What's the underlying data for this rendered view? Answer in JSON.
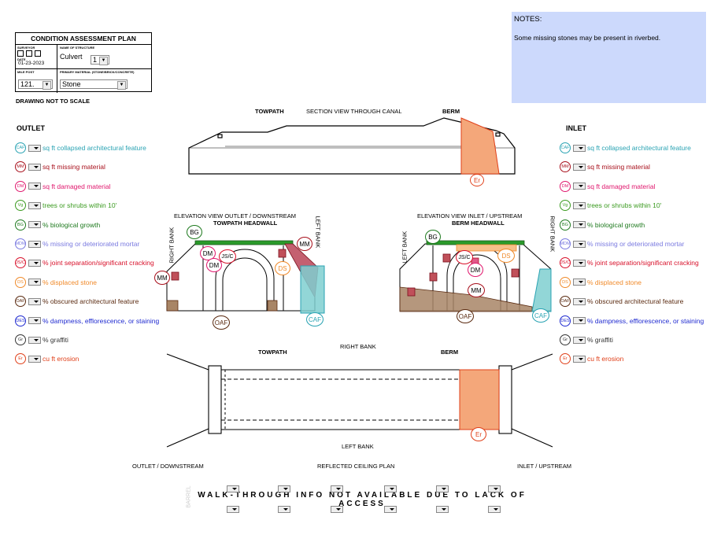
{
  "form": {
    "title": "CONDITION ASSESSMENT PLAN",
    "surveyor_label": "SURVEYOR",
    "date_label": "DATE",
    "date_value": "01-23-2023",
    "structure_label": "NAME OF STRUCTURE",
    "structure_value": "Culvert",
    "structure_num": "1",
    "milepost_label": "MILE POST",
    "milepost_value": "121.",
    "material_label": "PRIMARY MATERIAL (STONE/BRICK/CONCRETE)",
    "material_value": "Stone",
    "not_to_scale": "DRAWING NOT TO SCALE"
  },
  "notes": {
    "heading": "NOTES:",
    "body": "Some missing stones may be present in riverbed."
  },
  "sections": {
    "outlet": "OUTLET",
    "inlet": "INLET"
  },
  "legend": [
    {
      "code": "CAF",
      "text": "sq ft collapsed architectural feature",
      "color": "#2aa3b3"
    },
    {
      "code": "MM",
      "text": "sq ft missing material",
      "color": "#a8101c"
    },
    {
      "code": "DM",
      "text": "sq ft damaged material",
      "color": "#e0196e"
    },
    {
      "code": "Vg",
      "text": "trees or shrubs within 10'",
      "color": "#3a9a1f"
    },
    {
      "code": "BG",
      "text": "% biological growth",
      "color": "#1f7a1f"
    },
    {
      "code": "MDM",
      "text": "% missing or deteriorated mortar",
      "color": "#7a7ae0"
    },
    {
      "code": "JS/C",
      "text": "% joint separation/significant cracking",
      "color": "#d8102a"
    },
    {
      "code": "DS",
      "text": "% displaced stone",
      "color": "#f08a2a"
    },
    {
      "code": "OAF",
      "text": "% obscured architectural feature",
      "color": "#5a2a10"
    },
    {
      "code": "DES",
      "text": "% dampness, efflorescence, or staining",
      "color": "#1f2ad0"
    },
    {
      "code": "Gr",
      "text": "% graffiti",
      "color": "#333333"
    },
    {
      "code": "Er",
      "text": "cu ft erosion",
      "color": "#e0401a"
    }
  ],
  "drawings": {
    "section_title": "SECTION VIEW THROUGH CANAL",
    "towpath": "TOWPATH",
    "berm": "BERM",
    "elev_outlet_title": "ELEVATION VIEW OUTLET / DOWNSTREAM",
    "towpath_headwall": "TOWPATH HEADWALL",
    "elev_inlet_title": "ELEVATION VIEW INLET / UPSTREAM",
    "berm_headwall": "BERM HEADWALL",
    "right_bank": "RIGHT BANK",
    "left_bank": "LEFT BANK",
    "outlet_downstream": "OUTLET / DOWNSTREAM",
    "reflected_ceiling": "REFLECTED CEILING PLAN",
    "inlet_upstream": "INLET / UPSTREAM",
    "walkthrough": "WALK-THROUGH INFO NOT AVAILABLE DUE TO LACK OF ACCESS",
    "barrel": "BARREL",
    "markers": {
      "er": "Er",
      "bg": "BG",
      "mm": "MM",
      "dm": "DM",
      "jsc": "JS/C",
      "ds": "DS",
      "oaf": "OAF",
      "caf": "CAF"
    }
  },
  "colors": {
    "notes_bg": "#ccd9fc",
    "erosion_fill": "#f4a77a",
    "growth_green": "#2a9a2a",
    "missing_red": "#c0505a",
    "collapse_teal": "#7fcfd0",
    "obscured_brown": "#a88566"
  }
}
